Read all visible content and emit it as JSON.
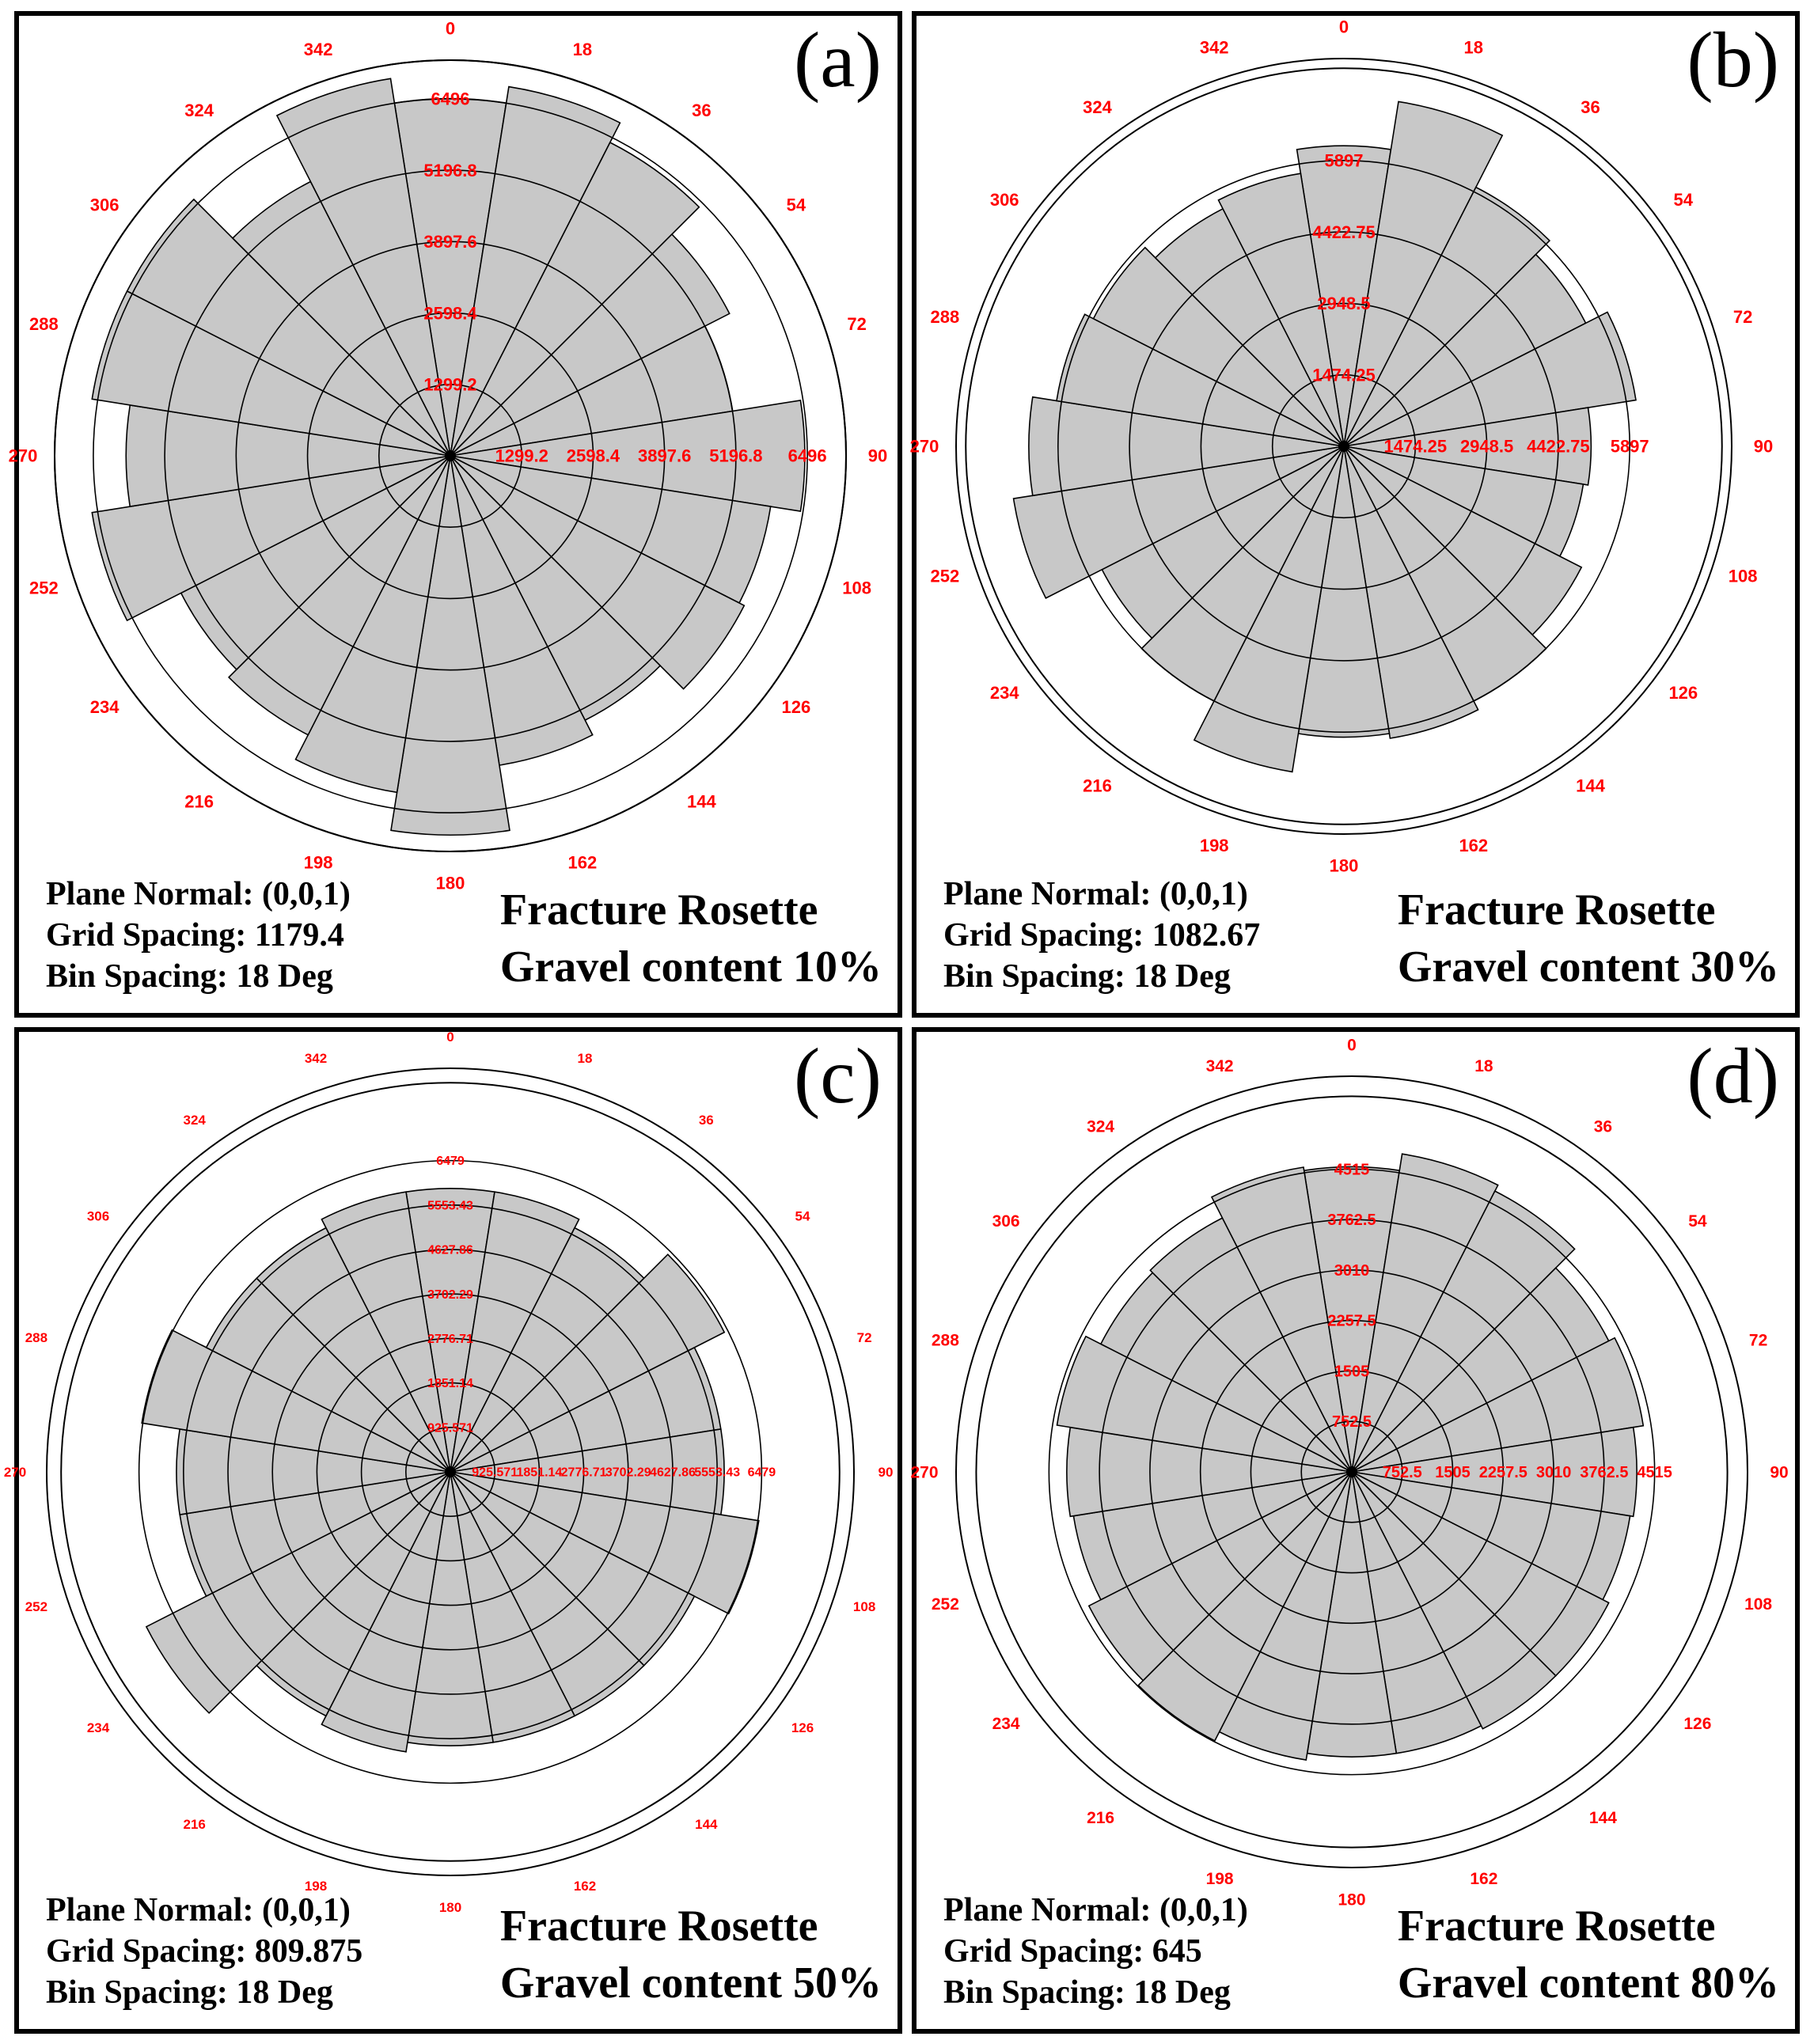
{
  "chart_data": [
    {
      "type": "rose",
      "panel_label": "(a)",
      "caption": [
        "Fracture Rosette",
        "Gravel content  10%"
      ],
      "info": {
        "plane_normal": "Plane Normal: (0,0,1)",
        "grid_spacing": "Grid Spacing: 1179.4",
        "bin_spacing": "Bin Spacing: 18 Deg"
      },
      "bin_spacing_deg": 18,
      "max_radius": 7200,
      "outer_ring": 7200,
      "angle_labels": [
        "0",
        "18",
        "36",
        "54",
        "72",
        "90",
        "108",
        "126",
        "144",
        "162",
        "180",
        "198",
        "216",
        "234",
        "252",
        "270",
        "288",
        "306",
        "324",
        "342"
      ],
      "grid_values": [
        1299.2,
        2598.4,
        3897.6,
        5196.8,
        6496
      ],
      "grid_labels": [
        "1299.2",
        "2598.4",
        "3897.6",
        "5196.8",
        "6496"
      ],
      "values": [
        6500,
        6800,
        6400,
        5700,
        5200,
        6450,
        5900,
        6000,
        5400,
        5700,
        6900,
        6200,
        5700,
        5500,
        6600,
        5900,
        6600,
        6600,
        5600,
        6950
      ]
    },
    {
      "type": "rose",
      "panel_label": "(b)",
      "caption": [
        "Fracture Rosette",
        "Gravel content  30%"
      ],
      "info": {
        "plane_normal": "Plane Normal: (0,0,1)",
        "grid_spacing": "Grid Spacing: 1082.67",
        "bin_spacing": "Bin Spacing: 18 Deg"
      },
      "bin_spacing_deg": 18,
      "max_radius": 8000,
      "outer_ring": 7800,
      "angle_labels": [
        "0",
        "18",
        "36",
        "54",
        "72",
        "90",
        "108",
        "126",
        "144",
        "162",
        "180",
        "198",
        "216",
        "234",
        "252",
        "270",
        "288",
        "306",
        "324",
        "342"
      ],
      "grid_values": [
        1474.25,
        2948.5,
        4422.75,
        5897
      ],
      "grid_labels": [
        "1474.25",
        "2948.5",
        "4422.75",
        "5897"
      ],
      "values": [
        6200,
        7200,
        6000,
        5600,
        6100,
        5100,
        5000,
        5500,
        5900,
        6100,
        6000,
        6800,
        5900,
        5600,
        6900,
        6500,
        6000,
        5800,
        5500,
        5700
      ]
    },
    {
      "type": "rose",
      "panel_label": "(c)",
      "caption": [
        "Fracture Rosette",
        "Gravel content  50%"
      ],
      "info": {
        "plane_normal": "Plane Normal: (0,0,1)",
        "grid_spacing": "Grid Spacing: 809.875",
        "bin_spacing": "Bin Spacing: 18 Deg"
      },
      "bin_spacing_deg": 18,
      "max_radius": 8400,
      "outer_ring": 8100,
      "angle_labels": [
        "0",
        "18",
        "36",
        "54",
        "72",
        "90",
        "108",
        "126",
        "144",
        "162",
        "180",
        "198",
        "216",
        "234",
        "252",
        "270",
        "288",
        "306",
        "324",
        "342"
      ],
      "grid_values": [
        925.571,
        1851.14,
        2776.71,
        3702.29,
        4627.86,
        5553.43,
        6479
      ],
      "grid_labels": [
        "925.571",
        "1851.14",
        "2776.71",
        "3702.29",
        "4627.86",
        "5553.43",
        "6479"
      ],
      "values": [
        5900,
        5900,
        5700,
        6400,
        5700,
        5700,
        6500,
        5700,
        5700,
        5700,
        5700,
        5900,
        5700,
        7100,
        5700,
        5700,
        6500,
        5700,
        5700,
        5900
      ]
    },
    {
      "type": "rose",
      "panel_label": "(d)",
      "caption": [
        "Fracture Rosette",
        "Gravel content  80%"
      ],
      "info": {
        "plane_normal": "Plane Normal: (0,0,1)",
        "grid_spacing": "Grid Spacing: 645",
        "bin_spacing": "Bin Spacing: 18 Deg"
      },
      "bin_spacing_deg": 18,
      "max_radius": 5900,
      "outer_ring": 5600,
      "angle_labels": [
        "0",
        "18",
        "36",
        "54",
        "72",
        "90",
        "108",
        "126",
        "144",
        "162",
        "180",
        "198",
        "216",
        "234",
        "252",
        "270",
        "288",
        "306",
        "324",
        "342"
      ],
      "grid_values": [
        752.5,
        1505,
        2257.5,
        3010,
        3762.5,
        4515
      ],
      "grid_labels": [
        "752.5",
        "1505",
        "2257.5",
        "3010",
        "3762.5",
        "4515"
      ],
      "values": [
        4550,
        4800,
        4700,
        4300,
        4400,
        4250,
        4200,
        4300,
        4300,
        4250,
        4250,
        4350,
        4500,
        4400,
        4200,
        4250,
        4450,
        4200,
        4250,
        4600
      ]
    }
  ]
}
